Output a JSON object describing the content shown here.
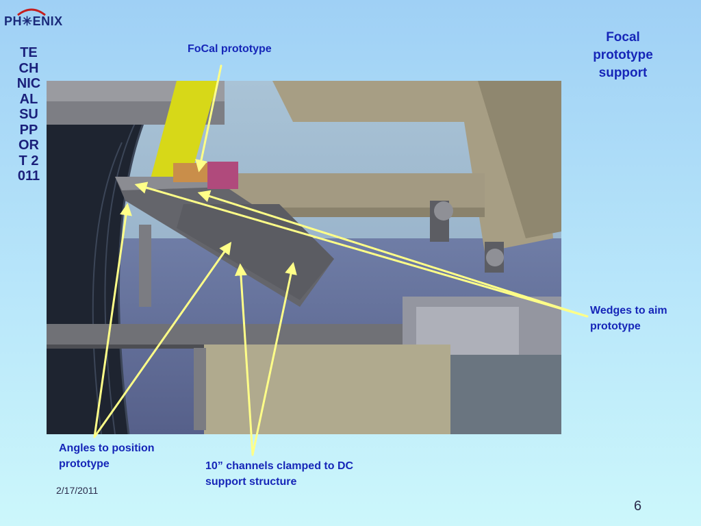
{
  "header": {
    "logo_text": "PH✳ENIX",
    "vertical_title": "TECHNICAL SUPPORT 2011"
  },
  "title": "Focal prototype support",
  "labels": {
    "focal_prototype": "FoCal prototype",
    "wedges": "Wedges to aim prototype",
    "angles": "Angles to position prototype",
    "channels": "10” channels clamped to DC support structure"
  },
  "footer": {
    "date": "2/17/2011",
    "page": "6"
  },
  "colors": {
    "label_blue": "#1626b8",
    "arrow_yellow": "#ffff88",
    "title_blue": "#1a1f7a"
  }
}
